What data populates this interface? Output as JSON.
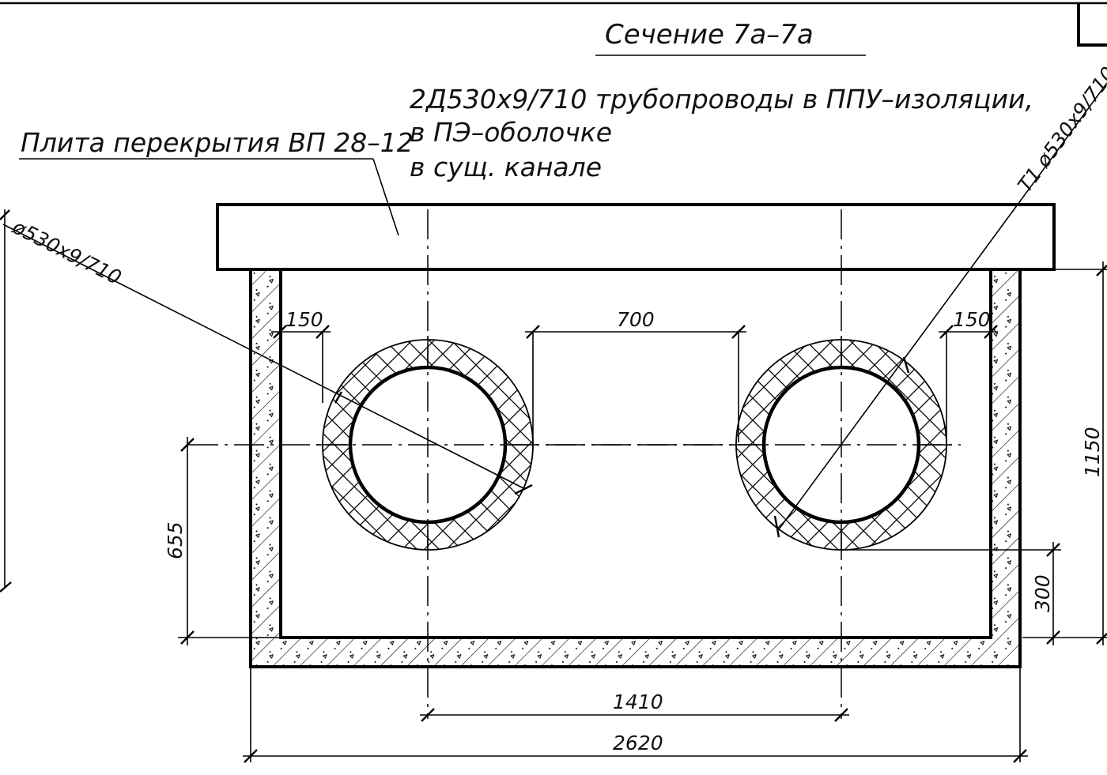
{
  "title": "Сечение 7а–7а",
  "labels": {
    "slab": "Плита перекрытия ВП 28–12",
    "pipes_line1": "2Д530х9/710 трубопроводы в ППУ–изоляции,",
    "pipes_line2": "в ПЭ–оболочке",
    "pipes_line3": "в сущ.   канале",
    "pipe_left": "ø530х9/710",
    "pipe_right": "Т1 ø530х9/710"
  },
  "dimensions": {
    "wall_gap_left": "150",
    "pipe_gap": "700",
    "wall_gap_right": "150",
    "axis_height": "655",
    "channel_height": "1150",
    "pipe_bottom_gap": "300",
    "axis_distance": "1410",
    "channel_width": "2620"
  }
}
